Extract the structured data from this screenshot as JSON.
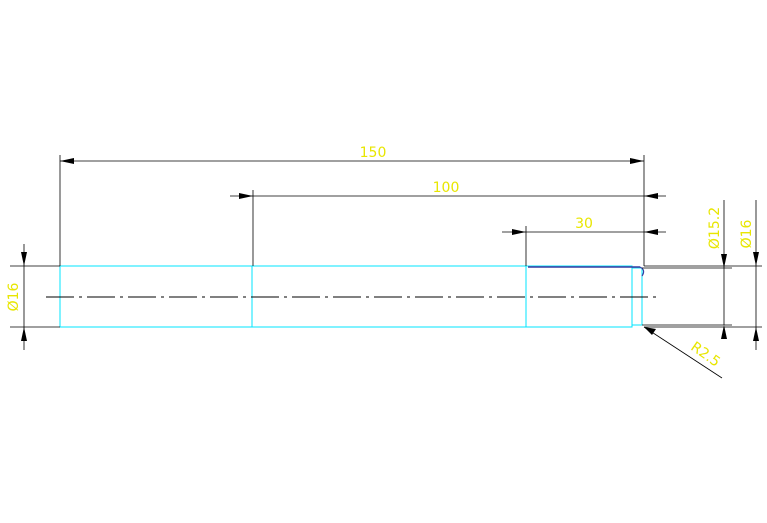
{
  "colors": {
    "background": "#ffffff",
    "dimension_line": "#000000",
    "dimension_text": "#e8e600",
    "part_outline": "#00e5ff",
    "centerline": "#000000",
    "chamfer_edge": "#3a3aa0"
  },
  "dimensions": {
    "overall_length": "150",
    "section_length": "100",
    "end_length": "30",
    "left_diameter": "Ø16",
    "groove_diameter": "Ø15.2",
    "right_diameter": "Ø16",
    "fillet_radius": "R2.5"
  }
}
